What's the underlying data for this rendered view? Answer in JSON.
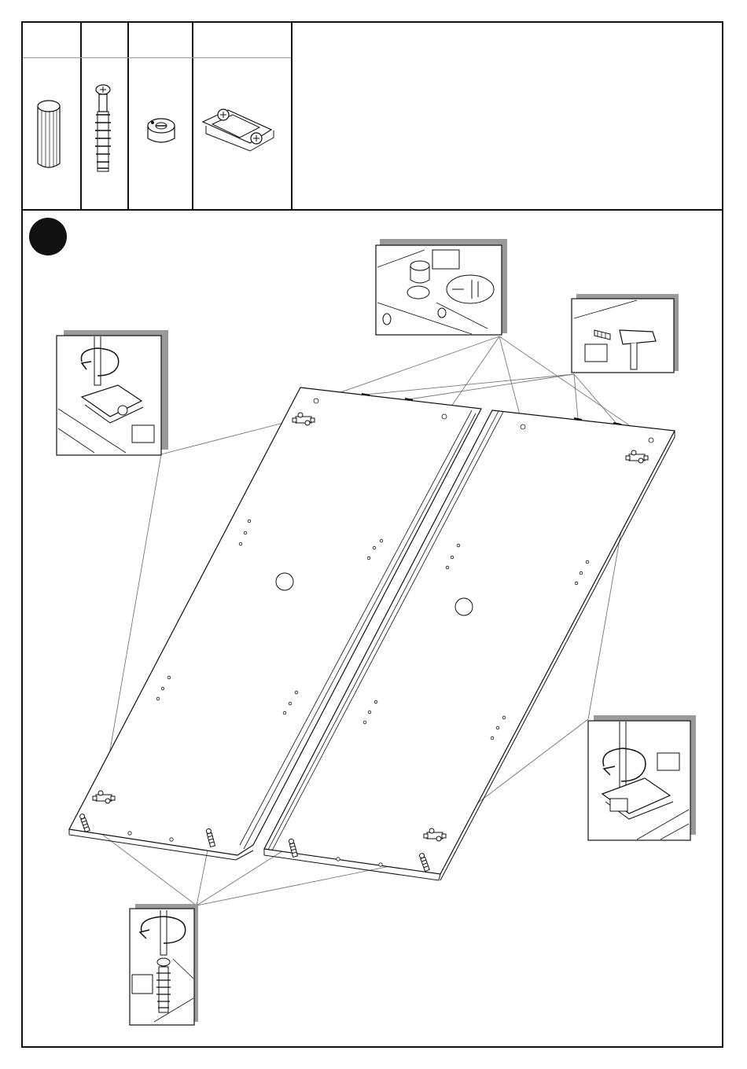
{
  "header": {
    "parts": [
      {
        "id": "dowel",
        "icon": "wooden-dowel-icon",
        "count": ""
      },
      {
        "id": "cam-bolt",
        "icon": "cam-bolt-icon",
        "count": ""
      },
      {
        "id": "cam-lock",
        "icon": "cam-lock-icon",
        "count": ""
      },
      {
        "id": "hinge-plate",
        "icon": "hinge-mounting-plate-icon",
        "count": ""
      }
    ],
    "notes": ""
  },
  "step": {
    "number": ""
  },
  "panels": {
    "left_label": "",
    "right_label": ""
  },
  "callouts": {
    "cam_detail_qty": "",
    "dowel_detail_qty": "",
    "hinge_left_qty": "",
    "hinge_right_qty": "",
    "bolt_detail_qty": ""
  },
  "colors": {
    "line": "#111111",
    "shadow": "#9a9a9a"
  }
}
